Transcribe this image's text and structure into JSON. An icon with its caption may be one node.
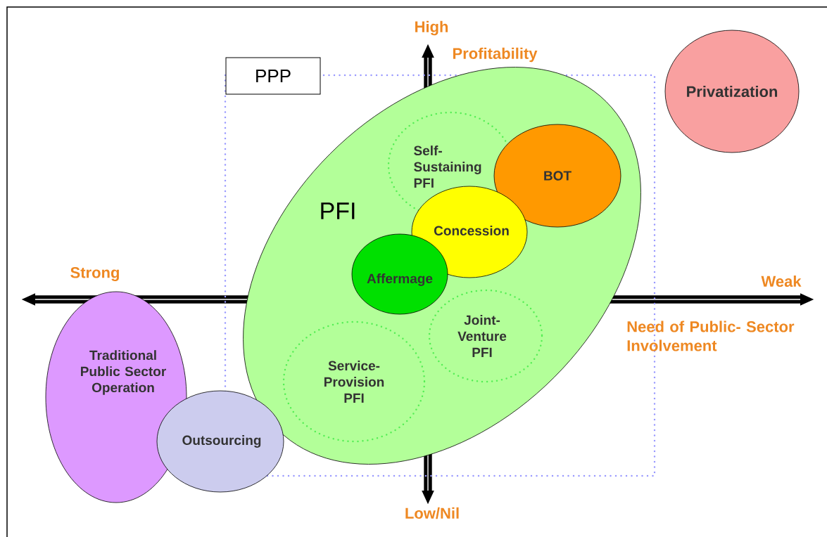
{
  "diagram": {
    "nodes": [
      {
        "text": [
          "PPP"
        ]
      },
      {
        "text": [
          "PFI"
        ]
      },
      {
        "text": [
          "Self- Sustaining PFI"
        ],
        "in": 1
      },
      {
        "text": [
          "BOT"
        ],
        "in": 1
      },
      {
        "text": [
          "Concession"
        ],
        "in": 1
      },
      {
        "text": [
          "Affermage"
        ],
        "in": 1
      },
      {
        "text": [
          "Joint- Venture PFI"
        ],
        "in": 1
      },
      {
        "text": [
          "Service- Provision PFI"
        ],
        "in": 1
      },
      {
        "text": [
          "Privatization"
        ]
      },
      {
        "text": [
          "Traditional Public Sector Operation"
        ]
      },
      {
        "text": [
          "Outsourcing"
        ]
      }
    ],
    "edges": [],
    "labels": [
      "High",
      "Profitability",
      "Strong",
      "Weak",
      "Need of Public- Sector Involvement",
      "Low/Nil"
    ]
  }
}
